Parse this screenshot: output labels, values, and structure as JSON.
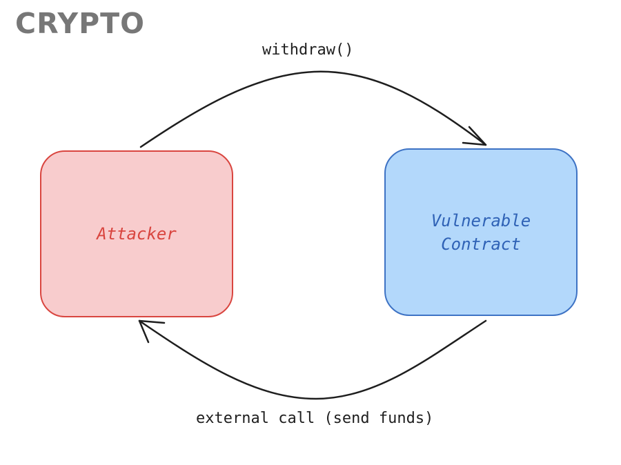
{
  "brand": {
    "text": "CRYPTO",
    "color": "#777777"
  },
  "nodes": {
    "attacker": {
      "label": "Attacker",
      "fill": "#f8cccd",
      "stroke": "#d9453f"
    },
    "contract": {
      "label": "Vulnerable\nContract",
      "fill": "#b3d8fb",
      "stroke": "#3d72c4"
    }
  },
  "edges": {
    "top": {
      "label": "withdraw()",
      "from": "Attacker",
      "to": "Vulnerable Contract"
    },
    "bottom": {
      "label": "external call (send funds)",
      "from": "Vulnerable Contract",
      "to": "Attacker"
    }
  }
}
